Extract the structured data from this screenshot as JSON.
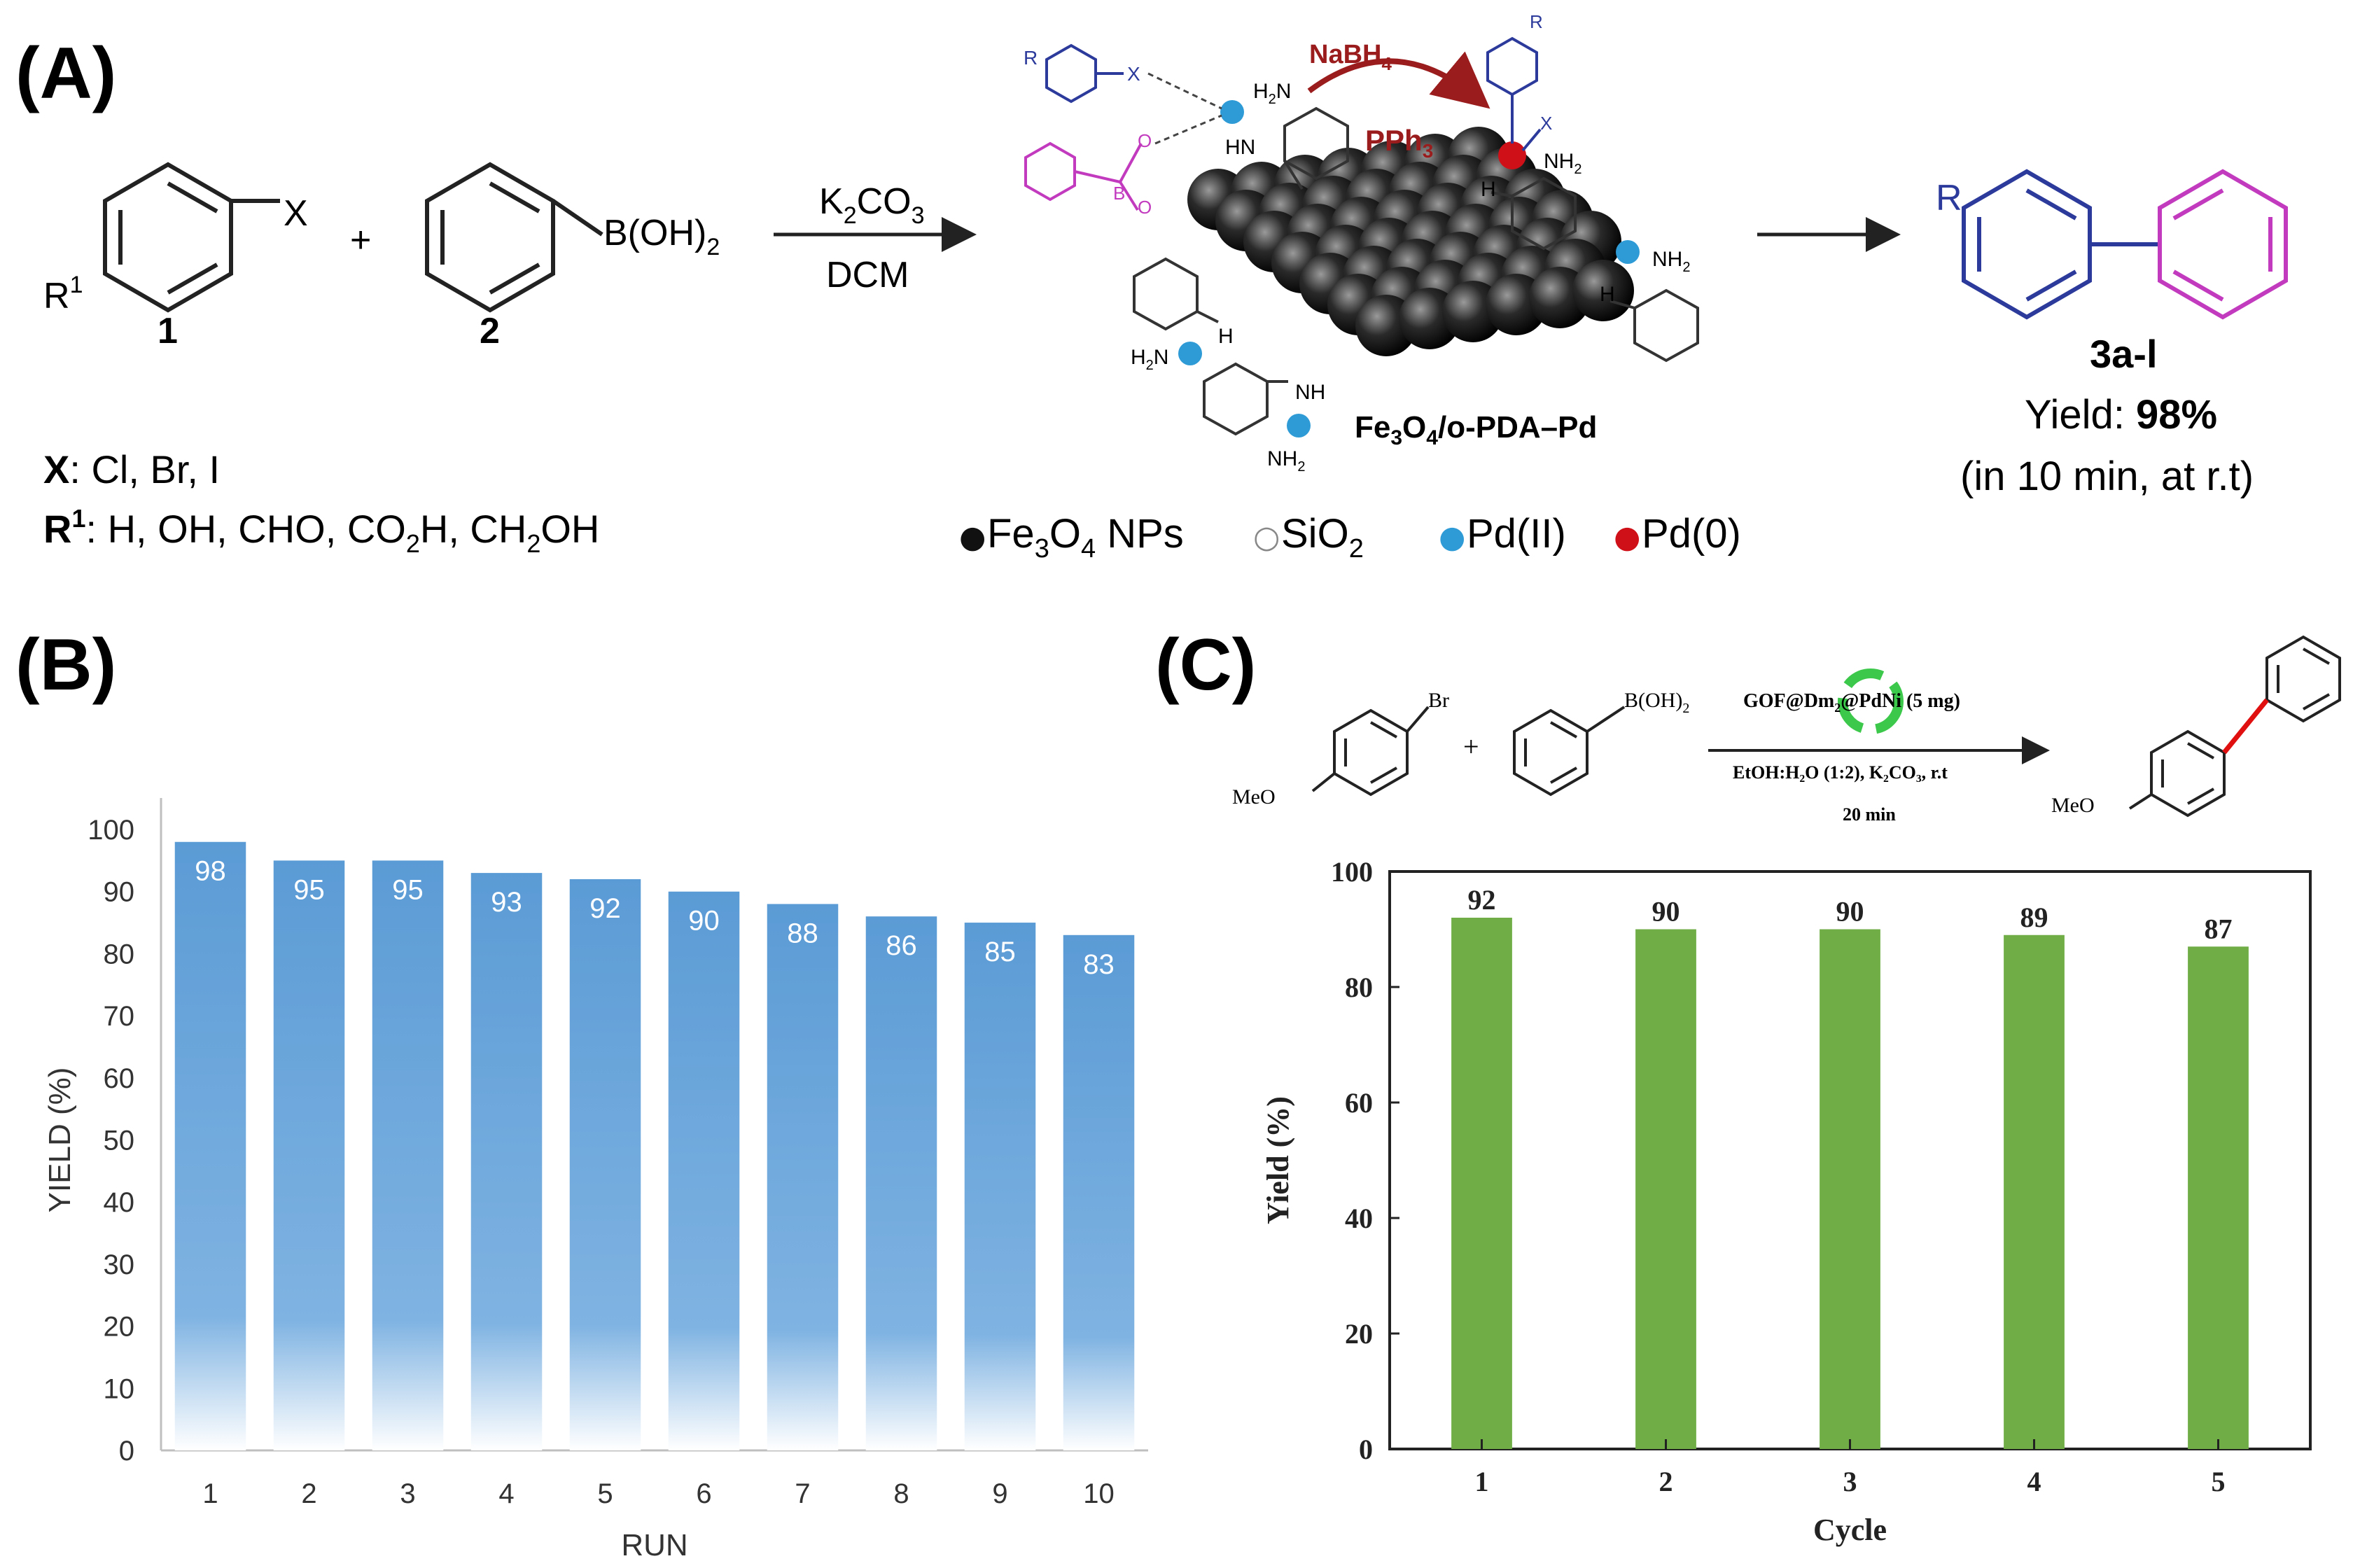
{
  "panels": {
    "A": {
      "label": "(A)",
      "reagent1_number": "1",
      "reagent2_number": "2",
      "plus": "+",
      "substituent_x": "X",
      "substituent_r1": "R",
      "substituent_r1_sup": "1",
      "boronic_group": "B(OH)",
      "boronic_sub": "2",
      "conditions_top": "K",
      "conditions_top_sub": "2",
      "conditions_top_rest": "CO",
      "conditions_top_sub2": "3",
      "conditions_bottom": "DCM",
      "x_def_label": "X",
      "x_def_value": ": Cl, Br, I",
      "r_def_label": "R",
      "r_def_sup": "1",
      "r_def_value": ": H, OH, CHO, CO",
      "r_def_sub1": "2",
      "r_def_value2": "H, CH",
      "r_def_sub2": "2",
      "r_def_value3": "OH",
      "nabh4": "NaBH",
      "nabh4_sub": "4",
      "pph3": "PPh",
      "pph3_sub": "3",
      "catalyst_fe": "Fe",
      "catalyst_sub1": "3",
      "catalyst_o": "O",
      "catalyst_sub2": "4",
      "catalyst_rest": "/o-PDA–Pd",
      "nh2": "NH",
      "nh2_sub": "2",
      "h2n": "H",
      "h2n_sub": "2",
      "h2n_rest": "N",
      "hn": "HN",
      "nh": "NH",
      "h": "H",
      "r_small": "R",
      "x_small": "X",
      "b_small": "B",
      "o_small": "O",
      "product_id": "3a-l",
      "yield_prefix": "Yield: ",
      "yield_value": "98%",
      "yield_cond": "(in 10 min, at r.t)",
      "product_r": "R",
      "legend": [
        {
          "symbol": "●",
          "text": "Fe",
          "sub": "3",
          "text2": "O",
          "sub2": "4",
          "text3": " NPs",
          "color": "#111111"
        },
        {
          "symbol": "○",
          "text": "SiO",
          "sub": "2",
          "text2": "",
          "sub2": "",
          "text3": "",
          "color": "#888888"
        },
        {
          "symbol": "●",
          "text": "Pd(II)",
          "sub": "",
          "text2": "",
          "sub2": "",
          "text3": "",
          "color": "#2e9bd6"
        },
        {
          "symbol": "●",
          "text": "Pd(0)",
          "sub": "",
          "text2": "",
          "sub2": "",
          "text3": "",
          "color": "#d01018"
        }
      ]
    },
    "B": {
      "label": "(B)"
    },
    "C": {
      "label": "(C)",
      "substituent_br": "Br",
      "substituent_meo": "MeO",
      "boronic_group": "B(OH)",
      "boronic_sub": "2",
      "plus": "+",
      "catalyst_text": "GOF@Dm",
      "catalyst_sub": "2",
      "catalyst_rest": "@PdNi (5 mg)",
      "cond_line2": "EtOH:H₂O (1:2), K₂CO₃, r.t",
      "cond_line3": "20 min",
      "product_meo": "MeO"
    }
  },
  "chart_data": [
    {
      "type": "bar",
      "panel": "B",
      "categories": [
        "1",
        "2",
        "3",
        "4",
        "5",
        "6",
        "7",
        "8",
        "9",
        "10"
      ],
      "values": [
        98,
        95,
        95,
        93,
        92,
        90,
        88,
        86,
        85,
        83
      ],
      "data_labels": [
        "98",
        "95",
        "95",
        "93",
        "92",
        "90",
        "88",
        "86",
        "85",
        "83"
      ],
      "xlabel": "RUN",
      "ylabel": "YIELD (%)",
      "ylim": [
        0,
        100
      ],
      "yticks": [
        "0",
        "10",
        "20",
        "30",
        "40",
        "50",
        "60",
        "70",
        "80",
        "90",
        "100"
      ],
      "bar_color": "#5b9bd5",
      "grid": false
    },
    {
      "type": "bar",
      "panel": "C",
      "categories": [
        "1",
        "2",
        "3",
        "4",
        "5"
      ],
      "values": [
        92,
        90,
        90,
        89,
        87
      ],
      "data_labels": [
        "92",
        "90",
        "90",
        "89",
        "87"
      ],
      "xlabel": "Cycle",
      "ylabel": "Yield (%)",
      "ylim": [
        0,
        100
      ],
      "yticks": [
        "0",
        "20",
        "40",
        "60",
        "80",
        "100"
      ],
      "bar_color": "#70ad47",
      "grid": false
    }
  ]
}
